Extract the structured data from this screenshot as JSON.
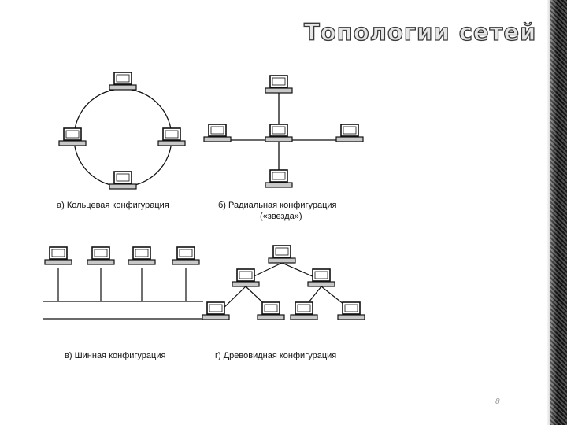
{
  "slide": {
    "title": "Топологии сетей",
    "page_number": "8"
  },
  "captions": {
    "ring": "а) Кольцевая конфигурация",
    "star_line1": "б) Радиальная конфигурация",
    "star_line2": "(«звезда»)",
    "bus": "в) Шинная конфигурация",
    "tree": "г) Древовидная конфигурация"
  }
}
